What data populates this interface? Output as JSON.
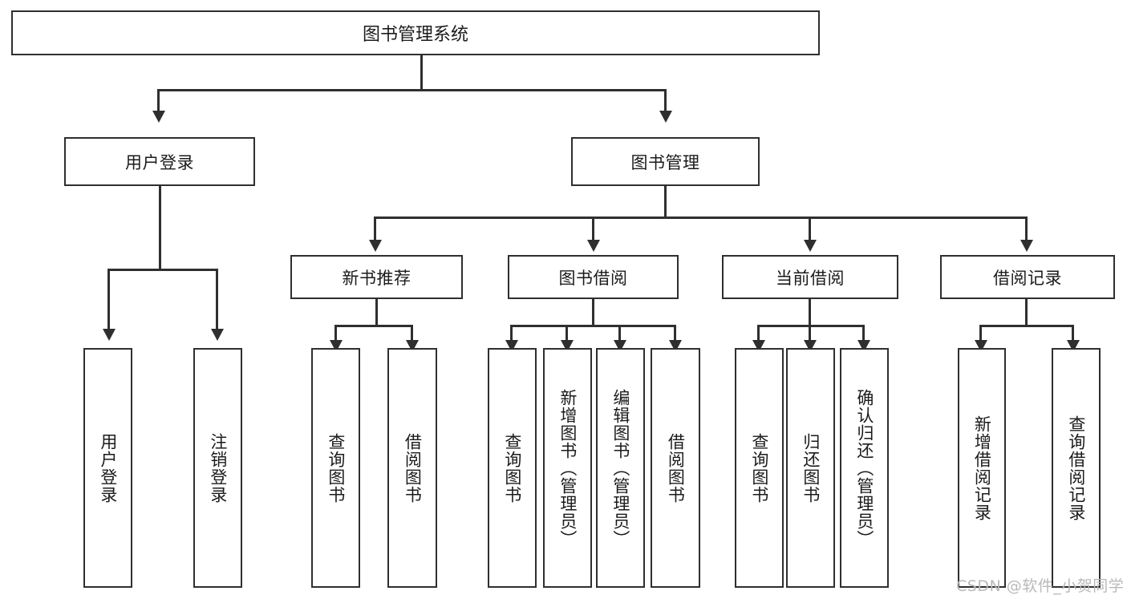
{
  "diagram": {
    "title": "图书管理系统",
    "root": {
      "label": "图书管理系统"
    },
    "level2": [
      {
        "label": "用户登录"
      },
      {
        "label": "图书管理"
      }
    ],
    "level3": [
      {
        "label": "新书推荐"
      },
      {
        "label": "图书借阅"
      },
      {
        "label": "当前借阅"
      },
      {
        "label": "借阅记录"
      }
    ],
    "leaves": [
      {
        "label": "用户登录",
        "parent": "用户登录"
      },
      {
        "label": "注销登录",
        "parent": "用户登录"
      },
      {
        "label": "查询图书",
        "parent": "新书推荐"
      },
      {
        "label": "借阅图书",
        "parent": "新书推荐"
      },
      {
        "label": "查询图书",
        "parent": "图书借阅"
      },
      {
        "label": "新增图书（管理员）",
        "parent": "图书借阅"
      },
      {
        "label": "编辑图书（管理员）",
        "parent": "图书借阅"
      },
      {
        "label": "借阅图书",
        "parent": "图书借阅"
      },
      {
        "label": "查询图书",
        "parent": "当前借阅"
      },
      {
        "label": "归还图书",
        "parent": "当前借阅"
      },
      {
        "label": "确认归还（管理员）",
        "parent": "当前借阅"
      },
      {
        "label": "新增借阅记录",
        "parent": "借阅记录"
      },
      {
        "label": "查询借阅记录",
        "parent": "借阅记录"
      }
    ]
  },
  "watermark": {
    "text": "CSDN @软件_小贺同学"
  },
  "colors": {
    "stroke": "#2f2f2f",
    "background": "#ffffff",
    "text": "#1b1b1b",
    "watermark": "#b9b9b9"
  }
}
